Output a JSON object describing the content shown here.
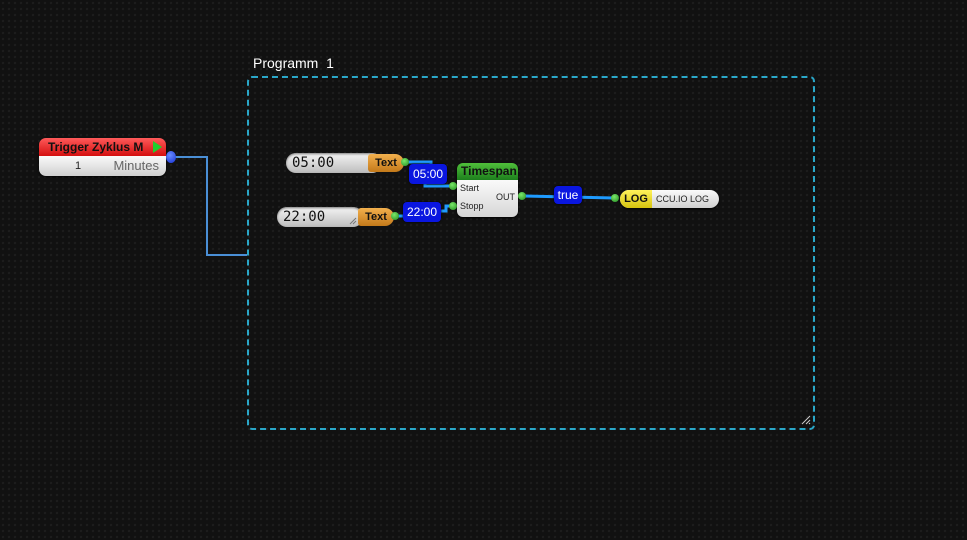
{
  "program": {
    "title": "Programm  1"
  },
  "trigger": {
    "title": "Trigger Zyklus M",
    "value": "1",
    "unit": "Minutes",
    "play_icon": "play-icon"
  },
  "inputs": [
    {
      "value": "05:00",
      "badge": "Text"
    },
    {
      "value": "22:00",
      "badge": "Text"
    }
  ],
  "value_pills": {
    "start": "05:00",
    "stop": "22:00",
    "out": "true"
  },
  "timespan": {
    "title": "Timespan",
    "start_label": "Start",
    "stop_label": "Stopp",
    "out_label": "OUT"
  },
  "log": {
    "head": "LOG",
    "label": "CCU.IO LOG"
  },
  "colors": {
    "wire": "#1e9bff",
    "frame": "#2aa7c8",
    "trigger": "#e31b1b",
    "timespan": "#2a9a2a",
    "text_badge": "#d98f25",
    "log": "#f0e030",
    "pill": "#0a16e0"
  }
}
